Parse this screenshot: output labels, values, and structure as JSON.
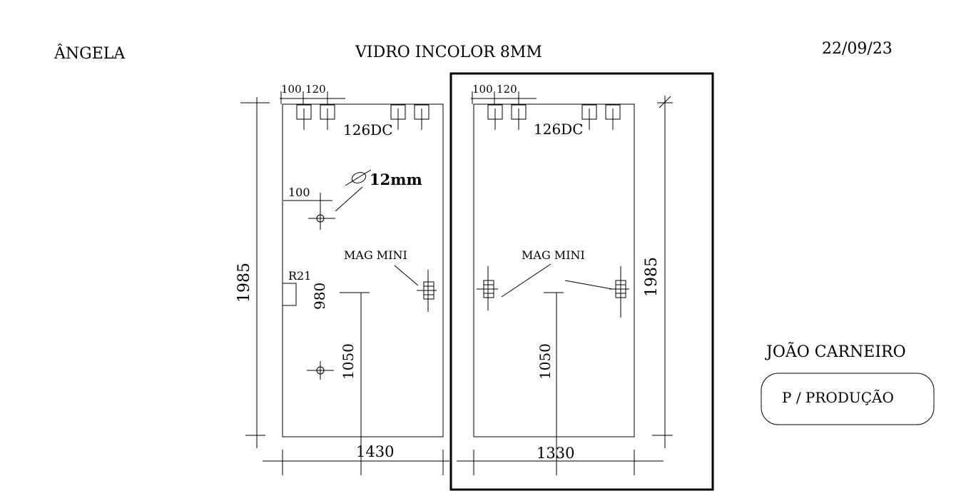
{
  "header": {
    "client": "ÂNGELA",
    "title": "VIDRO INCOLOR 8MM",
    "date": "22/09/23"
  },
  "left_panel": {
    "hinge_spacing_1": "100",
    "hinge_spacing_2": "120",
    "hinge_label": "126DC",
    "hole_size": "12mm",
    "hole_offset": "100",
    "mag_label": "MAG MINI",
    "notch_label": "R21",
    "notch_height": "980",
    "handle_height": "1050",
    "height": "1985",
    "width": "1430"
  },
  "right_panel": {
    "hinge_spacing_1": "100",
    "hinge_spacing_2": "120",
    "hinge_label": "126DC",
    "mag_label": "MAG MINI",
    "handle_height": "1050",
    "height": "1985",
    "width": "1330"
  },
  "footer": {
    "author": "JOÃO CARNEIRO",
    "stamp": "P / PRODUÇÃO"
  }
}
